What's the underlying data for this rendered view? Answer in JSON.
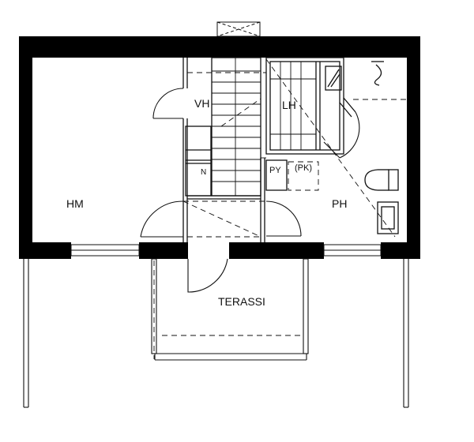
{
  "rooms": {
    "hm": "HM",
    "vh": "VH",
    "lh": "LH",
    "ph": "PH",
    "py": "PY",
    "pk": "(PK)",
    "n": "N",
    "terassi": "TERASSI"
  },
  "colors": {
    "wall": "#000000",
    "line": "#111111",
    "background": "#ffffff"
  }
}
